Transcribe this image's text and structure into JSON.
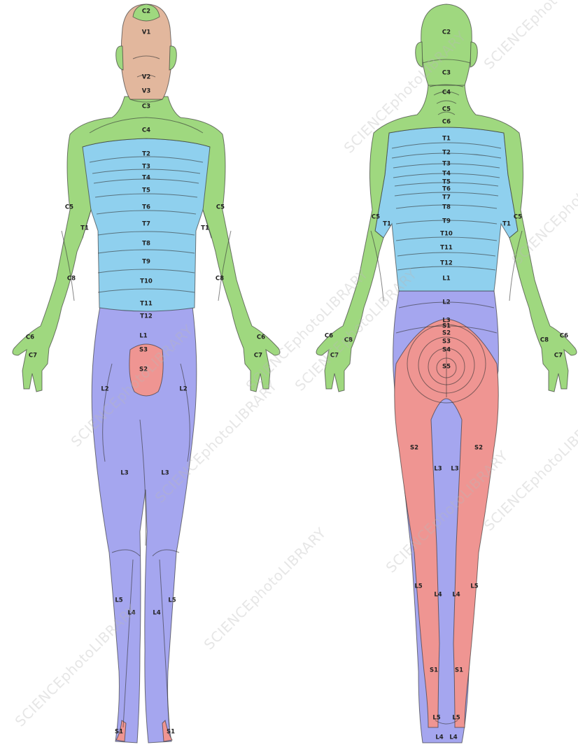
{
  "colors": {
    "trigeminal": "#e2b79d",
    "cervical": "#9fd87f",
    "thoracic": "#8fd0ee",
    "lumbar": "#a5a6ef",
    "sacral": "#ef9592",
    "outline": "#333333"
  },
  "figures": [
    {
      "view": "front",
      "labels": [
        "C2",
        "V1",
        "V2",
        "V3",
        "C3",
        "C4",
        "T2",
        "T3",
        "T4",
        "T5",
        "T6",
        "T7",
        "T8",
        "T9",
        "T10",
        "T11",
        "T12",
        "C5",
        "T1",
        "C8",
        "C6",
        "C7",
        "C5",
        "T1",
        "C8",
        "C6",
        "C7",
        "L1",
        "S3",
        "S2",
        "L2",
        "L2",
        "L3",
        "L3",
        "L5",
        "L4",
        "L5",
        "L4",
        "S1",
        "S1"
      ]
    },
    {
      "view": "back",
      "labels": [
        "C2",
        "C3",
        "C4",
        "C5",
        "C6",
        "T1",
        "T2",
        "T3",
        "T4",
        "T5",
        "T6",
        "T7",
        "T8",
        "T9",
        "T10",
        "T11",
        "T12",
        "L1",
        "L2",
        "L3",
        "S1",
        "S2",
        "S3",
        "S4",
        "S5",
        "C5",
        "T1",
        "C6",
        "C8",
        "C7",
        "C5",
        "T1",
        "C6",
        "C8",
        "C7",
        "S2",
        "S2",
        "L3",
        "L3",
        "L5",
        "L4",
        "L4",
        "L5",
        "S1",
        "S1",
        "L5",
        "L5",
        "L4",
        "L4"
      ]
    }
  ],
  "watermark": {
    "texts": [
      "SCIENCEphotoLIBRARY",
      "SCIENCEphotoLIBRARY",
      "SCIENCEphotoLIBRARY",
      "SCIENCEphotoLIBRARY",
      "SCIENCEphotoLIBRARY",
      "SCIENCEphotoLIBRARY",
      "SCIENCEphotoLIBRARY",
      "SCIENCEphotoLIBRARY",
      "SCIENCEphotoLIBRARY",
      "SCIENCEphotoLIBRARY",
      "SCIENCEphotoLIBRARY"
    ]
  }
}
